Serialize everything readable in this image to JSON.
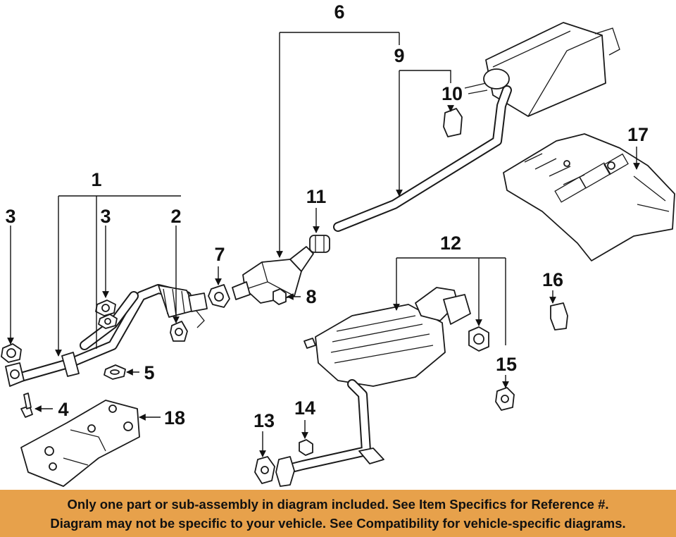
{
  "diagram": {
    "callouts": {
      "c1": "1",
      "c2": "2",
      "c3a": "3",
      "c3b": "3",
      "c4": "4",
      "c5": "5",
      "c6": "6",
      "c7": "7",
      "c8": "8",
      "c9": "9",
      "c10": "10",
      "c11": "11",
      "c12": "12",
      "c13": "13",
      "c14": "14",
      "c15": "15",
      "c16": "16",
      "c17": "17",
      "c18": "18"
    }
  },
  "footer": {
    "line1": "Only one part or sub-assembly in diagram included. See Item Specifics for Reference #.",
    "line2": "Diagram may not be specific to your vehicle. See Compatibility for vehicle-specific diagrams."
  },
  "colors": {
    "banner": "#e7a14b",
    "ink": "#111111",
    "background": "#ffffff"
  }
}
